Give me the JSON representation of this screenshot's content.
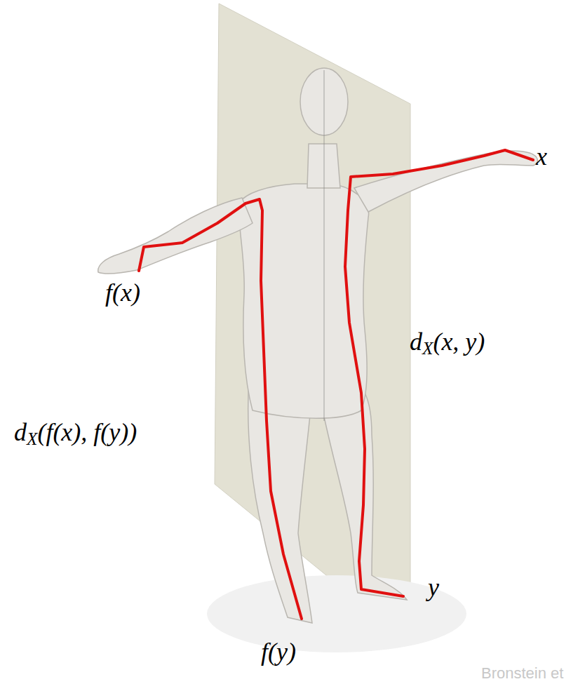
{
  "diagram": {
    "labels": [
      "x",
      "f(x)",
      "dX(x, y)",
      "dX(f(x), f(y))",
      "y",
      "f(y)",
      "Bronstein et"
    ]
  }
}
